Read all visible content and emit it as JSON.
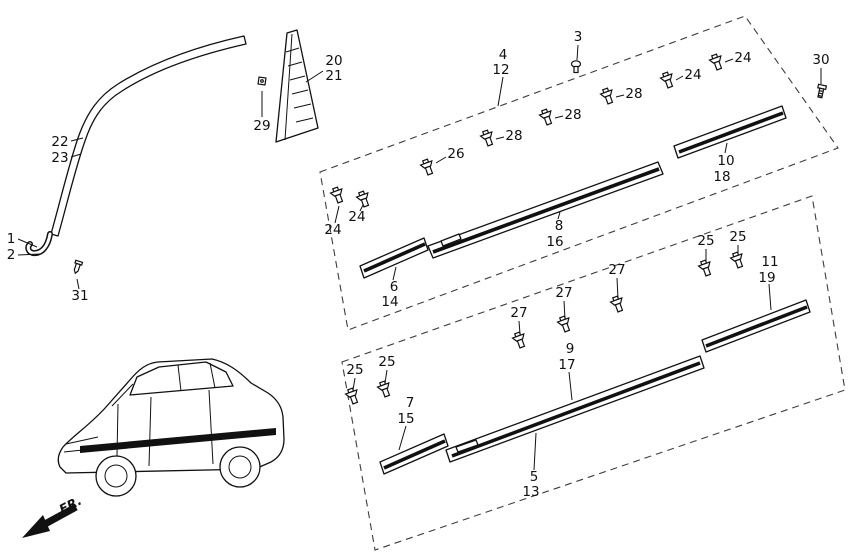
{
  "diagram": {
    "background_color": "#ffffff",
    "line_color": "#111111",
    "dash_color": "#3d3d3d",
    "molding_stripe_color": "#111111",
    "fr_label": "FR.",
    "icons": {
      "fastener": "push-clip-icon",
      "screw": "screw-icon",
      "bolt": "bolt-icon",
      "nut": "nut-icon",
      "grommet": "grommet-icon",
      "direction_arrow": "fr-arrow-icon"
    },
    "callouts": [
      "1",
      "2",
      "22",
      "23",
      "31",
      "29",
      "20",
      "21",
      "3",
      "4",
      "12",
      "24",
      "24",
      "26",
      "28",
      "28",
      "28",
      "24",
      "24",
      "30",
      "6",
      "14",
      "8",
      "16",
      "10",
      "18",
      "25",
      "25",
      "7",
      "15",
      "27",
      "27",
      "27",
      "9",
      "17",
      "25",
      "25",
      "11",
      "19",
      "5",
      "13"
    ]
  }
}
